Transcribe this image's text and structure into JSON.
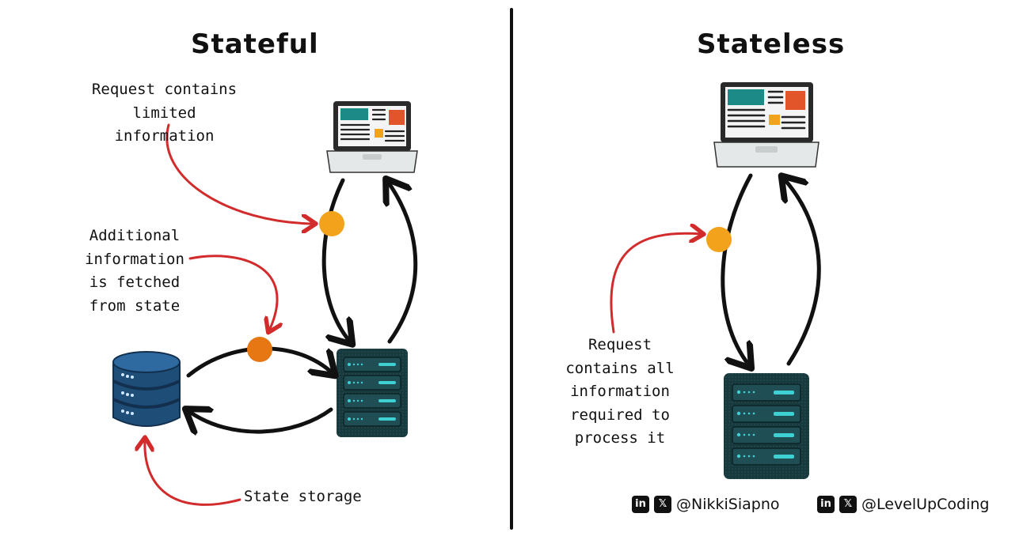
{
  "left": {
    "title": "Stateful",
    "note_request": [
      "Request contains",
      "limited information"
    ],
    "note_additional": [
      "Additional",
      "information",
      "is fetched",
      "from state"
    ],
    "note_storage": "State storage"
  },
  "right": {
    "title": "Stateless",
    "note_request": [
      "Request",
      "contains all",
      "information",
      "required to",
      "process it"
    ]
  },
  "footer": {
    "handle_personal": "@NikkiSiapno",
    "handle_org": "@LevelUpCoding",
    "linkedin_badge": "in",
    "x_badge": "𝕏"
  },
  "colors": {
    "arrow": "#111111",
    "annotation": "#d22b2b",
    "request_dot": "#f2a21b",
    "fetch_dot": "#e67712",
    "server": "#163a3e",
    "database": "#1e4d78",
    "screen_teal": "#1c8a87",
    "screen_orange": "#e2552a"
  },
  "icons": [
    "laptop-icon",
    "server-icon",
    "database-icon",
    "linkedin-icon",
    "x-icon"
  ]
}
